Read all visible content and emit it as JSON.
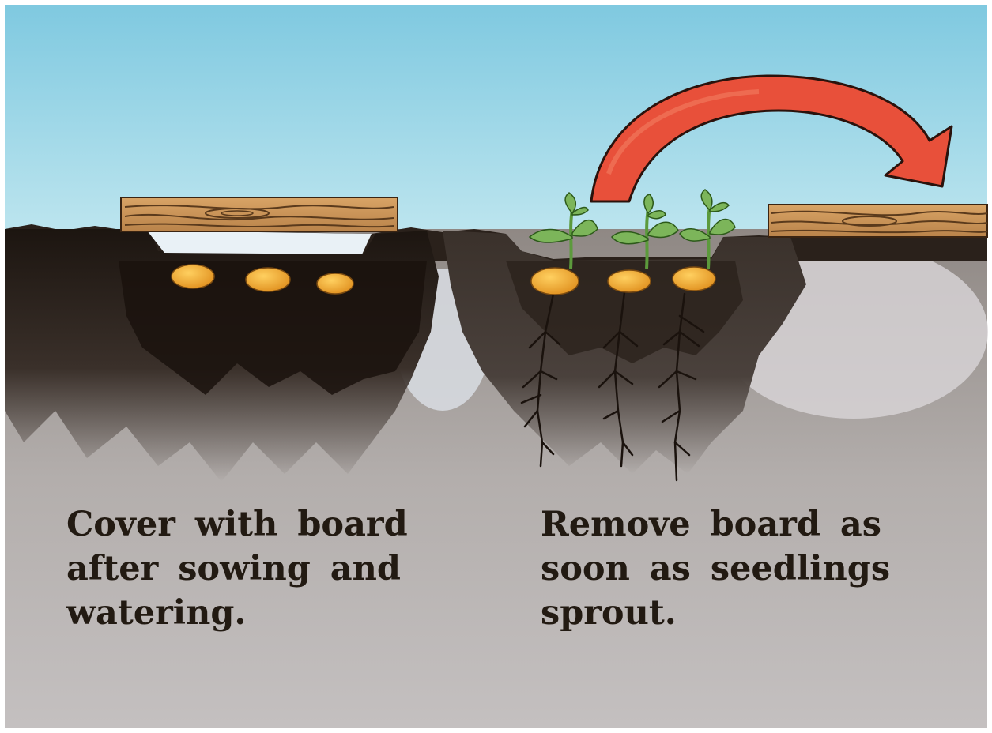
{
  "captions": {
    "left": {
      "lines": [
        "Cover with board",
        "after sowing and",
        "watering."
      ]
    },
    "right": {
      "lines": [
        "Remove board as",
        "soon as seedlings",
        "sprout."
      ]
    }
  },
  "colors": {
    "sky": "#8fd0e3",
    "soil_dark": "#241b15",
    "soil_wash": "#8a8480",
    "board": "#c9955a",
    "board_grain": "#5a3a1c",
    "seed": "#f0a830",
    "arrow": "#e8503a",
    "leaf": "#7cb55a",
    "text": "#221a12"
  },
  "icons": {
    "arrow": "curved-arrow-icon",
    "seed": "seed-icon",
    "seedling": "seedling-icon",
    "board": "wooden-board"
  }
}
